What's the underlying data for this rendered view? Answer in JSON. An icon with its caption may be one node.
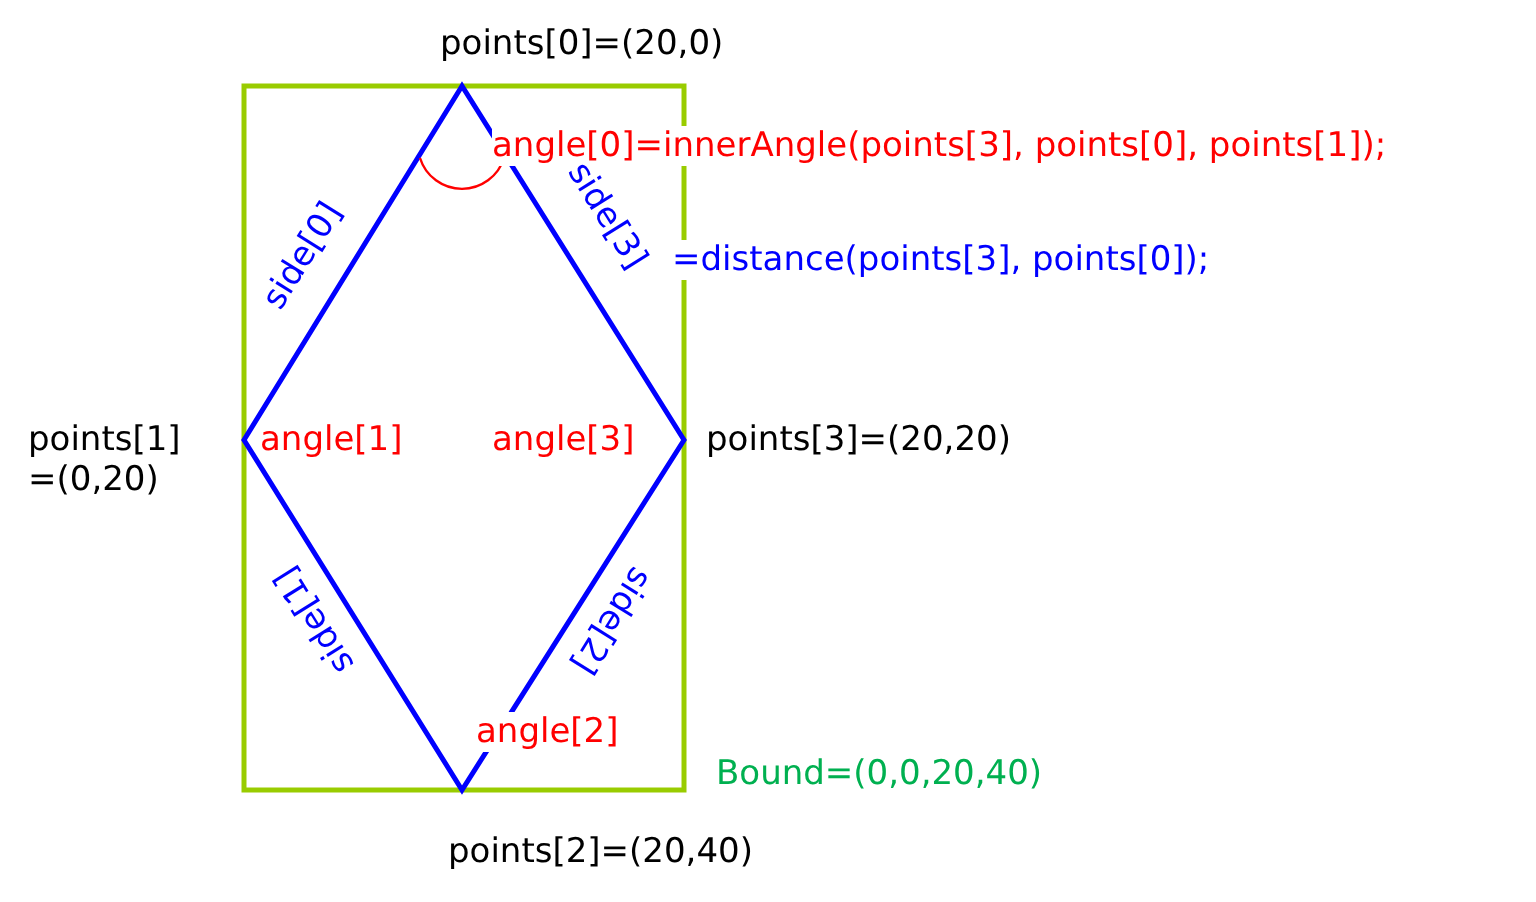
{
  "diagram": {
    "nodes": [
      {
        "text": [],
        "shape": "box"
      },
      {
        "text": [],
        "shape": "diamond"
      }
    ],
    "edges": [],
    "labels": [
      "points[0]=(20,0)",
      "angle[0]=innerAngle(points[3], points[0], points[1]);",
      "side[0]",
      "side[3]",
      "=distance(points[3], points[0]);",
      "points[1] =(0,20)",
      "angle[1]",
      "angle[3]",
      "points[3]=(20,20)",
      "side[1]",
      "side[2]",
      "angle[2]",
      "Bound=(0,0,20,40)",
      "points[2]=(20,40)"
    ]
  }
}
